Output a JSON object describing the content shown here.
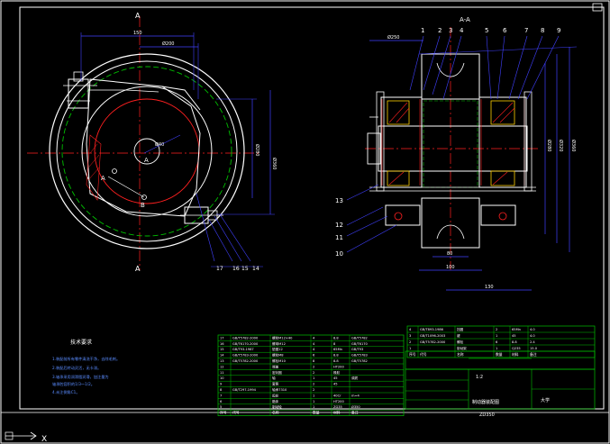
{
  "colors": {
    "background": "#000000",
    "frame": "#ffffff",
    "outline": "#ffffff",
    "centerline": "#ff2020",
    "dimension": "#4040ff",
    "hidden": "#00c000",
    "hatch": "#ff2020",
    "parts": "#ffd000",
    "notes": "#5a8cff",
    "table": "#00c000",
    "table_text": "#ffffff",
    "leader": "#4040ff"
  },
  "labels": {
    "view_top": "A",
    "view_bottom": "A",
    "section_title": "A-A",
    "center_a1": "A",
    "center_a2": "A",
    "center_b": "B",
    "bottom_arrow": "X"
  },
  "left_dims": {
    "top1": "150",
    "top2": "Ø200",
    "right1": "Ø280",
    "right2": "Ø360",
    "center": "Ø40"
  },
  "left_leaders": [
    "17",
    "16",
    "15",
    "14"
  ],
  "right_numbers_top": [
    "1",
    "2",
    "3",
    "4",
    "5",
    "6",
    "7",
    "8",
    "9"
  ],
  "right_numbers_left": [
    "13",
    "12",
    "11",
    "10"
  ],
  "right_dims": {
    "top_left": "Ø250",
    "bottom1": "80",
    "bottom2": "100",
    "bottom3": "130",
    "right1": "Ø280",
    "right2": "Ø320",
    "right3": "Ø360"
  },
  "notes": {
    "title": "技术要求",
    "lines": [
      "1.装配前所有零件清洗干净，去除毛刺。",
      "2.装配后转动灵活，无卡滞。",
      "3.轴承采用润滑脂润滑，加注量为",
      "  轴承腔容积的1/3～1/2。",
      "4.未注倒角C1。"
    ]
  },
  "parts_list": [
    {
      "no": "17",
      "code": "GB/T5782-2000",
      "name": "螺栓M12×40",
      "qty": "4",
      "mat": "8.8",
      "note": "GB/T5782"
    },
    {
      "no": "16",
      "code": "GB/T6170-2000",
      "name": "螺母M12",
      "qty": "4",
      "mat": "8",
      "note": "GB/T6170"
    },
    {
      "no": "15",
      "code": "GB/T93-1987",
      "name": "垫圈12",
      "qty": "4",
      "mat": "65Mn",
      "note": "GB/T93"
    },
    {
      "no": "14",
      "code": "GB/T5783-2000",
      "name": "螺栓M8",
      "qty": "6",
      "mat": "8.8",
      "note": "GB/T5783"
    },
    {
      "no": "13",
      "code": "GB/T5782-2000",
      "name": "螺栓M10",
      "qty": "8",
      "mat": "8.8",
      "note": "GB/T5782"
    },
    {
      "no": "12",
      "code": "",
      "name": "端盖",
      "qty": "2",
      "mat": "HT200",
      "note": ""
    },
    {
      "no": "11",
      "code": "",
      "name": "密封圈",
      "qty": "2",
      "mat": "橡胶",
      "note": ""
    },
    {
      "no": "10",
      "code": "",
      "name": "轴",
      "qty": "1",
      "mat": "45",
      "note": "调质"
    },
    {
      "no": "9",
      "code": "",
      "name": "套筒",
      "qty": "2",
      "mat": "45",
      "note": ""
    },
    {
      "no": "8",
      "code": "GB/T297-1994",
      "name": "轴承7310",
      "qty": "2",
      "mat": "",
      "note": ""
    },
    {
      "no": "7",
      "code": "",
      "name": "齿轮",
      "qty": "1",
      "mat": "40Cr",
      "note": "m=4"
    },
    {
      "no": "6",
      "code": "",
      "name": "箱体",
      "qty": "1",
      "mat": "HT200",
      "note": ""
    },
    {
      "no": "5",
      "code": "",
      "name": "制动轮",
      "qty": "1",
      "mat": "ZG35",
      "note": "Ø350"
    }
  ],
  "upper_list": [
    {
      "no": "4",
      "code": "GB/T893-1986",
      "name": "挡圈",
      "qty": "2",
      "mat": "65Mn",
      "note": "4.0"
    },
    {
      "no": "3",
      "code": "GB/T1096-2003",
      "name": "键",
      "qty": "1",
      "mat": "45",
      "note": "4.0"
    },
    {
      "no": "2",
      "code": "GB/T5782-2000",
      "name": "螺栓",
      "qty": "6",
      "mat": "8.8",
      "note": "2.4"
    },
    {
      "no": "1",
      "code": "",
      "name": "制动架",
      "qty": "1",
      "mat": "Q235",
      "note": "15.0"
    }
  ],
  "list_header": [
    "序号",
    "代号",
    "名称",
    "数量",
    "材料",
    "备注"
  ],
  "title_block": {
    "name": "制动器装配图",
    "scale": "1:2",
    "drawing_no": "ZD350",
    "company": "大学"
  }
}
